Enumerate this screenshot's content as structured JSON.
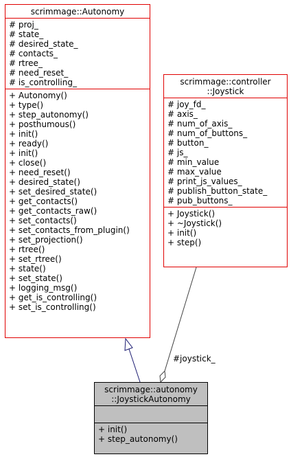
{
  "autonomy": {
    "title": "scrimmage::Autonomy",
    "attributes": [
      "# proj_",
      "# state_",
      "# desired_state_",
      "# contacts_",
      "# rtree_",
      "# need_reset_",
      "# is_controlling_"
    ],
    "methods": [
      "+ Autonomy()",
      "+ type()",
      "+ step_autonomy()",
      "+ posthumous()",
      "+ init()",
      "+ ready()",
      "+ init()",
      "+ close()",
      "+ need_reset()",
      "+ desired_state()",
      "+ set_desired_state()",
      "+ get_contacts()",
      "+ get_contacts_raw()",
      "+ set_contacts()",
      "+ set_contacts_from_plugin()",
      "+ set_projection()",
      "+ rtree()",
      "+ set_rtree()",
      "+ state()",
      "+ set_state()",
      "+ logging_msg()",
      "+ get_is_controlling()",
      "+ set_is_controlling()"
    ]
  },
  "joystick": {
    "title_line1": "scrimmage::controller",
    "title_line2": "::Joystick",
    "attributes": [
      "# joy_fd_",
      "# axis_",
      "# num_of_axis_",
      "# num_of_buttons_",
      "# button_",
      "# js_",
      "# min_value",
      "# max_value",
      "# print_js_values_",
      "# publish_button_state_",
      "# pub_buttons_"
    ],
    "methods": [
      "+ Joystick()",
      "+ ~Joystick()",
      "+ init()",
      "+ step()"
    ]
  },
  "joystick_autonomy": {
    "title_line1": "scrimmage::autonomy",
    "title_line2": "::JoystickAutonomy",
    "attributes": [],
    "methods": [
      "+ init()",
      "+ step_autonomy()"
    ]
  },
  "edges": {
    "inheritance_color": "#191970",
    "composition_color": "#404040",
    "composition_label": "#joystick_"
  }
}
